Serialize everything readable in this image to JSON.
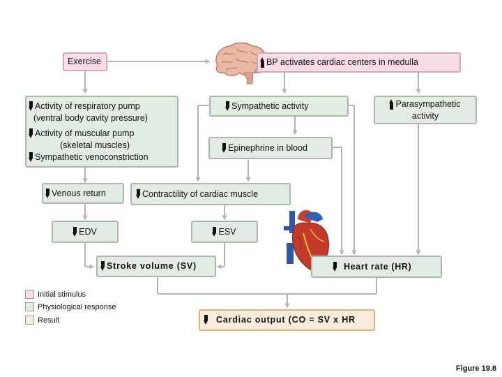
{
  "boxes": {
    "exercise": "Exercise",
    "bp_medulla": "BP activates cardiac centers in medulla",
    "respiratory_pump_1": "Activity of respiratory pump",
    "respiratory_pump_2": "(ventral body cavity pressure)",
    "muscular_pump_1": "Activity of muscular pump",
    "muscular_pump_2": "(skeletal muscles)",
    "venoconstriction": "Sympathetic venoconstriction",
    "sympathetic": "Sympathetic activity",
    "parasympathetic_1": "Parasympathetic",
    "parasympathetic_2": "activity",
    "epinephrine": "Epinephrine in blood",
    "venous_return": "Venous return",
    "contractility": "Contractility of cardiac muscle",
    "edv": "EDV",
    "esv": "ESV",
    "stroke_volume": "Stroke volume (SV)",
    "heart_rate": "Heart rate (HR)",
    "cardiac_output": "Cardiac output (CO = SV x HR"
  },
  "legend": {
    "initial_stimulus": "Initial stimulus",
    "physiological_response": "Physiological response",
    "result": "Result"
  },
  "colors": {
    "initial_stimulus": "#f8dde4",
    "physiological_response": "#e2ece2",
    "result": "#f7ecdc",
    "connector": "#b4b4b4"
  },
  "icons": [
    "brain-illustration",
    "heart-illustration"
  ],
  "figure_caption": "Figure 19.8"
}
